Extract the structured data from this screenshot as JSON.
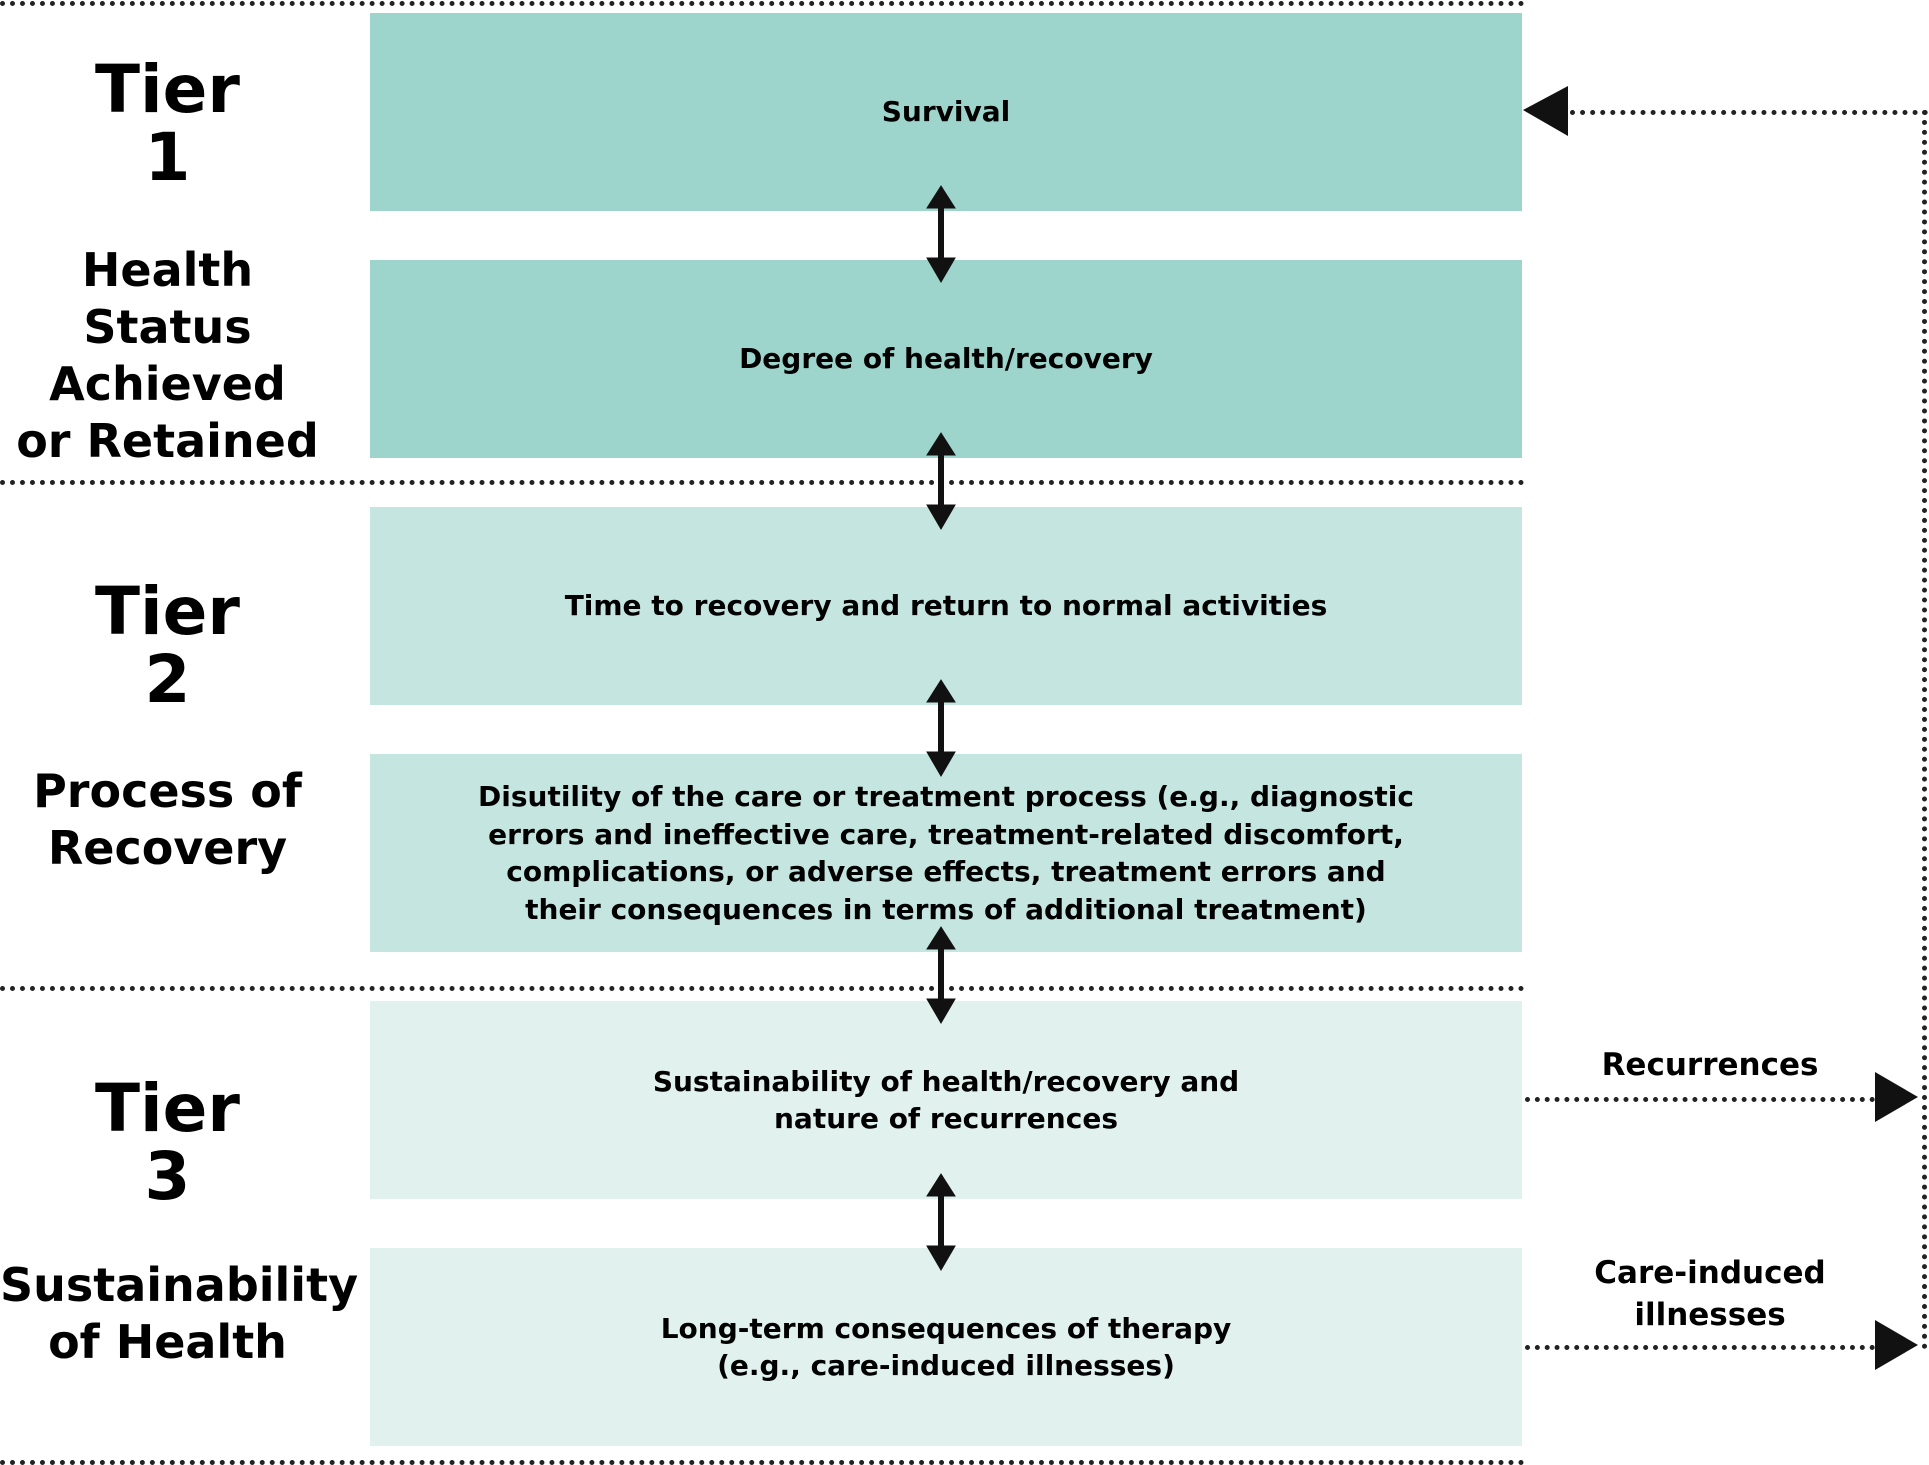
{
  "colors": {
    "tier1_box": "#9dd4cb",
    "tier2_box": "#c5e6e0",
    "tier3_box": "#e0f1ee",
    "arrow": "#111111"
  },
  "tiers": [
    {
      "word": "Tier",
      "number": "1",
      "title": "Health Status\nAchieved\nor Retained",
      "boxes": [
        "Survival",
        "Degree of health/recovery"
      ]
    },
    {
      "word": "Tier",
      "number": "2",
      "title": "Process of\nRecovery",
      "boxes": [
        "Time to recovery and return to normal activities",
        "Disutility of the care or treatment process (e.g., diagnostic\nerrors and ineffective care, treatment-related discomfort,\ncomplications, or adverse effects, treatment errors and\ntheir consequences in terms of additional treatment)"
      ]
    },
    {
      "word": "Tier",
      "number": "3",
      "title": "Sustainability\nof Health",
      "boxes": [
        "Sustainability of health/recovery and\nnature of recurrences",
        "Long-term consequences of therapy\n(e.g., care-induced illnesses)"
      ]
    }
  ],
  "side_labels": {
    "recurrences": "Recurrences",
    "care_induced": "Care-induced\nillnesses"
  }
}
